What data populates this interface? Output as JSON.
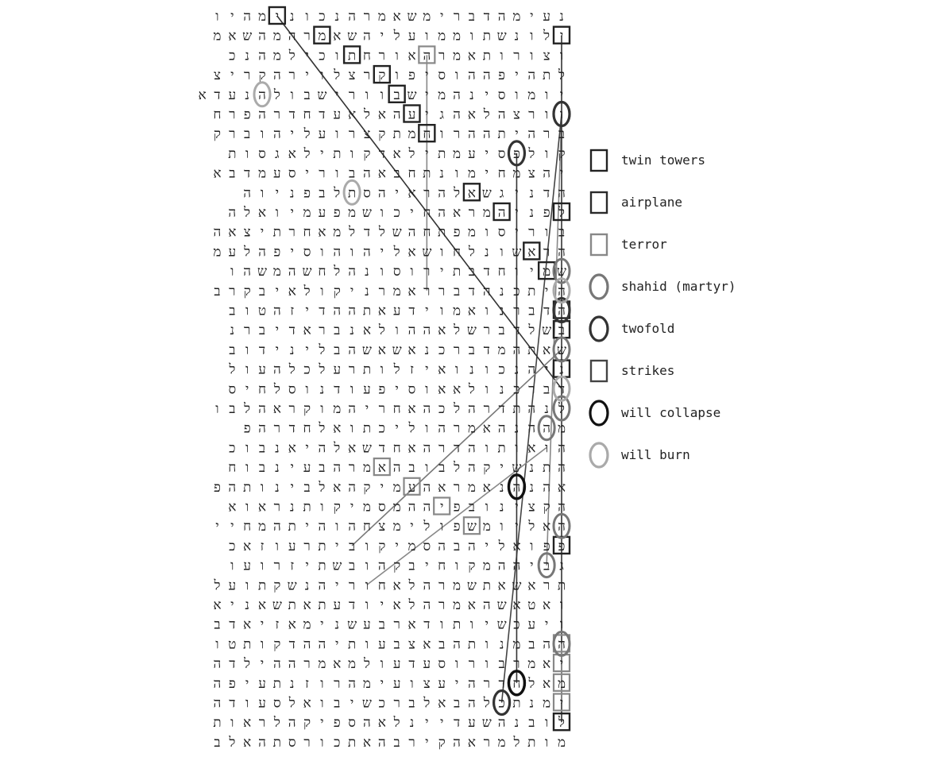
{
  "grid": {
    "rows": [
      "נעימהדברימשאמרהנכונימהיו",
      "ילונשתוממועליהשאמרהמהשאמ",
      "וצורותאמרהאורחתוכילמהנכ",
      "לתהיפההוסיפוקרצלוירהקריצ",
      "יומוסינהמישבוורישבולהנעדא",
      "וורצהלאהגיעהאלאעדחדרהפרח",
      "ברהיתההרוחמתקצרועליהוברק",
      "קולפסיעמתילאדקותילאגסות",
      "יהצמחימונתחבאהבוריסעמדבא",
      "הדניגשאלהראיהסתלבפניוה",
      "לפניהמראהחיכושמפעמיואלה",
      "בוריסומפתחהשלדלמאחרתיצאה",
      "הראשונלחושאליהוהוסיפהלעמ",
      "שמיוחדבתירוסונהלחשהמשהו",
      "היתכנהדברראמרניקולאיבקרב",
      "הדברנואמוידעאתההדיזהטוב",
      "בשלדברשלאההולאנבראדיברנ",
      "שאתהמדברכנאשאשהבלינידוב",
      "ניהנכונואיזלותרעלכלהעול",
      "דברכנולאאוסיפעודנוסלחיס",
      "לנהתדרהלכהאחריהמוקראהלבו",
      "מההנהאמרהוליכתואלחדרהפ",
      "הואותוהדרהאחדשאלהיאנבוכ",
      "התנשיקהלבובהאמרהבעינבוח",
      "אהנהנאמראהעמיקהאלבינותהפ",
      "הקצינובפיההמסמיקותנראוא",
      "האליומשפולימצחהוהיתהמחיי",
      "פפואליהבהסמיקוביתרעוזאכ",
      "גביההמקוחיבקהובשתיזרועו",
      "תראשאתשמרהלאחוריהנשקתועל",
      "ואטאשהאמרהלאיודעתאתשאניא",
      "ויעכשיותודארבעשנימאזיאדב",
      "ההבמנותהבאצבעותיההדקותטו",
      "יאמרבורוסעדעולמאמרההילדה",
      "מאלחדרהיעצועימהרוזנתעיפה",
      "ימנתכלהבאלברכשיבואלסעודה",
      "לובנהשעדיינלאהספיקהלראות",
      "מותלמראהקירבהאתכורסתהאלב"
    ]
  },
  "legend": [
    {
      "label": "twin towers",
      "shape": "square",
      "color": "#222222"
    },
    {
      "label": "airplane",
      "shape": "square",
      "color": "#2a2a2a"
    },
    {
      "label": "terror",
      "shape": "square",
      "color": "#888888"
    },
    {
      "label": "shahid (martyr)",
      "shape": "ellipse",
      "color": "#777777"
    },
    {
      "label": "twofold",
      "shape": "ellipse",
      "color": "#333333"
    },
    {
      "label": "strikes",
      "shape": "square",
      "color": "#444444"
    },
    {
      "label": "will collapse",
      "shape": "ellipse",
      "color": "#111111"
    },
    {
      "label": "will burn",
      "shape": "ellipse",
      "color": "#aaaaaa"
    }
  ],
  "marks": {
    "twin_towers": [
      [
        0,
        19
      ],
      [
        1,
        16
      ],
      [
        2,
        14
      ],
      [
        3,
        12
      ],
      [
        4,
        11
      ],
      [
        5,
        10
      ],
      [
        6,
        9
      ],
      [
        9,
        6
      ],
      [
        10,
        4
      ],
      [
        12,
        2
      ],
      [
        13,
        1
      ],
      [
        15,
        0
      ],
      [
        16,
        -1
      ]
    ],
    "twin_towers_right": [
      [
        1,
        -1
      ],
      [
        10,
        -1
      ],
      [
        18,
        -1
      ],
      [
        27,
        -1
      ],
      [
        36,
        -1
      ]
    ],
    "terror": [
      [
        2,
        9
      ],
      [
        23,
        12
      ],
      [
        24,
        10
      ],
      [
        25,
        8
      ],
      [
        26,
        6
      ],
      [
        32,
        -11
      ],
      [
        33,
        -13
      ],
      [
        34,
        -15
      ],
      [
        35,
        -17
      ]
    ],
    "shahid": [
      [
        5,
        -6
      ],
      [
        13,
        -3
      ],
      [
        17,
        -1
      ],
      [
        20,
        0
      ],
      [
        21,
        1
      ],
      [
        28,
        1
      ],
      [
        26,
        -4
      ],
      [
        32,
        -12
      ]
    ],
    "twofold": [
      [
        5,
        -3
      ],
      [
        7,
        3
      ],
      [
        15,
        -1
      ],
      [
        34,
        3
      ],
      [
        35,
        4
      ]
    ],
    "will_burn": [
      [
        4,
        20
      ],
      [
        9,
        14
      ],
      [
        14,
        -2
      ],
      [
        19,
        -1
      ]
    ],
    "will_collapse": [
      [
        24,
        3
      ],
      [
        34,
        3
      ]
    ]
  },
  "lines": [
    {
      "from": [
        5,
        -6
      ],
      "to": [
        28,
        1
      ],
      "color": "#888888"
    },
    {
      "from": [
        5,
        -3
      ],
      "to": [
        35,
        4
      ],
      "color": "#444444"
    },
    {
      "from": [
        7,
        3
      ],
      "to": [
        34,
        3
      ],
      "color": "#333333"
    },
    {
      "from": [
        1,
        -1
      ],
      "to": [
        36,
        -1
      ],
      "color": "#333333"
    },
    {
      "from": [
        0,
        19
      ],
      "to": [
        19,
        -1
      ],
      "color": "#333333"
    },
    {
      "from": [
        2,
        9
      ],
      "to": [
        14,
        9
      ],
      "color": "#888888"
    },
    {
      "from": [
        17,
        -1
      ],
      "to": [
        27,
        14
      ],
      "color": "#777777"
    },
    {
      "from": [
        22,
        1
      ],
      "to": [
        29,
        13
      ],
      "color": "#888888"
    },
    {
      "from": [
        32,
        -12
      ],
      "to": [
        35,
        -17
      ],
      "color": "#888888"
    }
  ]
}
